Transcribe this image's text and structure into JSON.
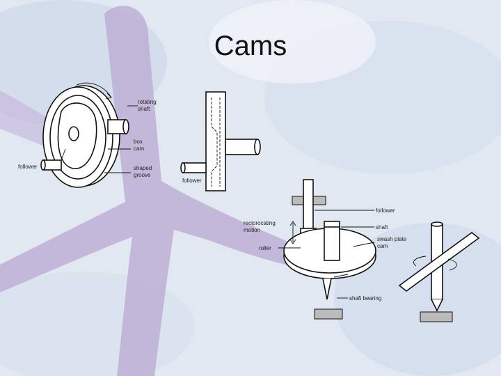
{
  "slide": {
    "title": "Cams"
  },
  "box_cam": {
    "rotating_shaft": [
      "rotating",
      "shaft"
    ],
    "box_cam": [
      "box",
      "cam"
    ],
    "follower": "follower",
    "shaped_groove": [
      "shaped",
      "groove"
    ]
  },
  "plate_follower": {
    "follower": "follower"
  },
  "swash_plate": {
    "follower": "follower",
    "reciprocating_motion": [
      "reciprocating",
      "motion"
    ],
    "shaft": "shaft",
    "roller": "roller",
    "swash_plate_cam": [
      "swash plate",
      "cam"
    ],
    "shaft_bearing": "shaft bearing"
  },
  "colors": {
    "background": "#dfe6f1",
    "starfish": "#b9a8d2",
    "ink": "#111111"
  }
}
